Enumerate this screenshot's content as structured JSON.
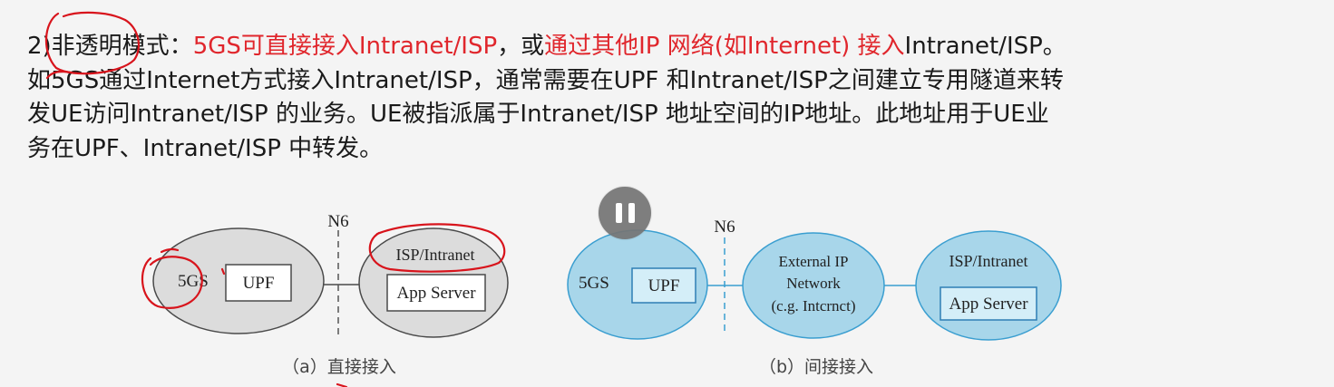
{
  "paragraph": {
    "line1": {
      "prefix": "2)非透明模式：",
      "highlight1": "5GS可直接接入Intranet/ISP",
      "middle": "，或",
      "highlight2": "通过其他IP 网络(如Internet) 接入",
      "suffix": "Intranet/ISP。"
    },
    "line2": "如5GS通过Internet方式接入Intranet/ISP，通常需要在UPF 和Intranet/ISP之间建立专用隧道来转",
    "line3": "发UE访问Intranet/ISP 的业务。UE被指派属于Intranet/ISP 地址空间的IP地址。此地址用于UE业",
    "line4": "务在UPF、Intranet/ISP 中转发。"
  },
  "diagram_a": {
    "left_label": "5GS",
    "upf_label": "UPF",
    "n6_label": "N6",
    "right_title": "ISP/Intranet",
    "app_server_label": "App Server",
    "caption": "（a）直接接入"
  },
  "diagram_b": {
    "left_label": "5GS",
    "upf_label": "UPF",
    "n6_label": "N6",
    "middle_line1": "External IP",
    "middle_line2": "Network",
    "middle_line3": "(c.g. Intcrnct)",
    "right_title": "ISP/Intranet",
    "app_server_label": "App Server",
    "caption": "（b）间接接入"
  },
  "video_control": {
    "icon": "pause-icon"
  },
  "colors": {
    "highlight_text": "#e0262c",
    "annotation_ink": "#d8141c",
    "diagram_a_fill": "#dcdcdc",
    "diagram_b_fill": "#a8d6ea",
    "diagram_b_stroke": "#3a9ed0"
  }
}
